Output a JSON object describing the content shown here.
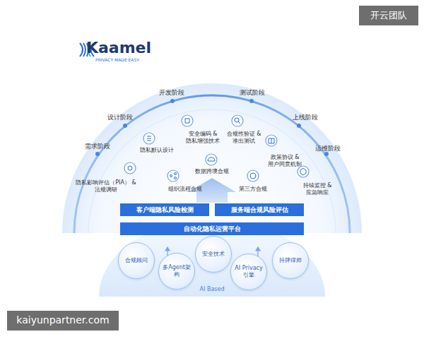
{
  "diagram": {
    "nodes": [
      {
        "text": [
          "客户端隐私风险检测"
        ]
      },
      {
        "text": [
          "服务端合规风险评估"
        ]
      },
      {
        "text": [
          "自动化隐私运营平台"
        ]
      },
      {
        "text": [
          "合规顾问"
        ]
      },
      {
        "text": [
          "多Agent架构"
        ]
      },
      {
        "text": [
          "安全技术"
        ]
      },
      {
        "text": [
          "AI Privacy引擎"
        ]
      },
      {
        "text": [
          "持牌律师"
        ]
      }
    ],
    "labels": [
      "Kaamel",
      "PRIVACY MADE EASY",
      "开云团队",
      "需求阶段",
      "设计阶段",
      "开发阶段",
      "测试阶段",
      "上线阶段",
      "运维阶段",
      "隐私影响评估（PIA） & 法规调研",
      "隐私默认设计",
      "安全编码 & 隐私增强技术",
      "合规性验证 & 准出测试",
      "政策协议 & 用户同意机制",
      "持续监控 & 应急响应",
      "组织流程合规",
      "数据跨境合规",
      "第三方合规",
      "AI Based",
      "kaiyunpartner.com"
    ]
  }
}
